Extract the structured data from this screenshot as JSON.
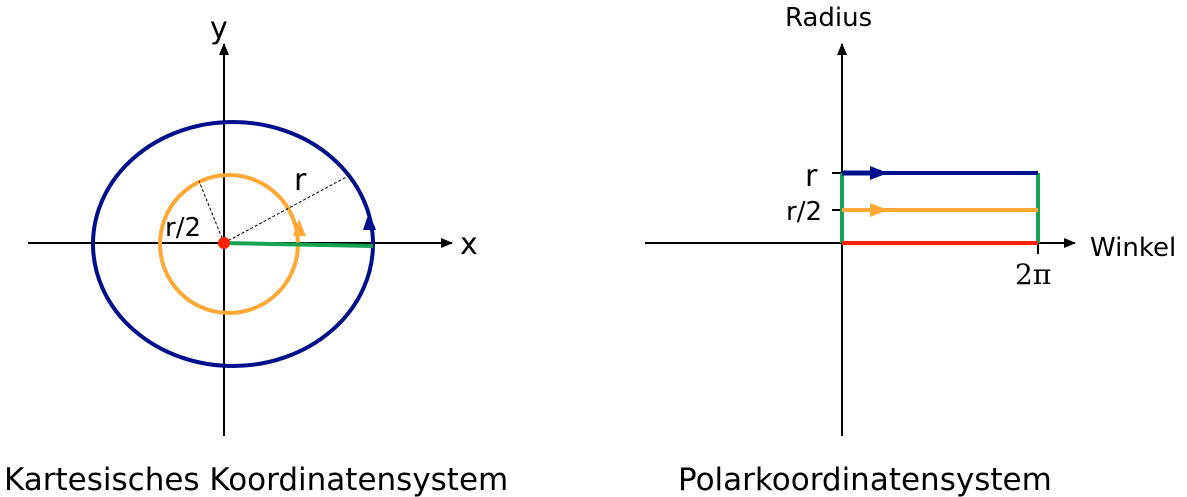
{
  "left": {
    "x_label": "x",
    "y_label": "y",
    "radius_label": "r",
    "half_radius_label": "r/2",
    "caption": "Kartesisches Koordinatensystem"
  },
  "right": {
    "y_label": "Radius",
    "x_label": "Winkel",
    "tick_r": "r",
    "tick_half_r": "r/2",
    "tick_two_pi": "2π",
    "caption": "Polarkoordinatensystem"
  },
  "colors": {
    "outer_circle": "#000f8c",
    "inner_circle": "#ffa836",
    "radius_segment": "#16a351",
    "origin_dot": "#ff2200",
    "angle_zero_line": "#ff2200",
    "axes": "#000000"
  }
}
